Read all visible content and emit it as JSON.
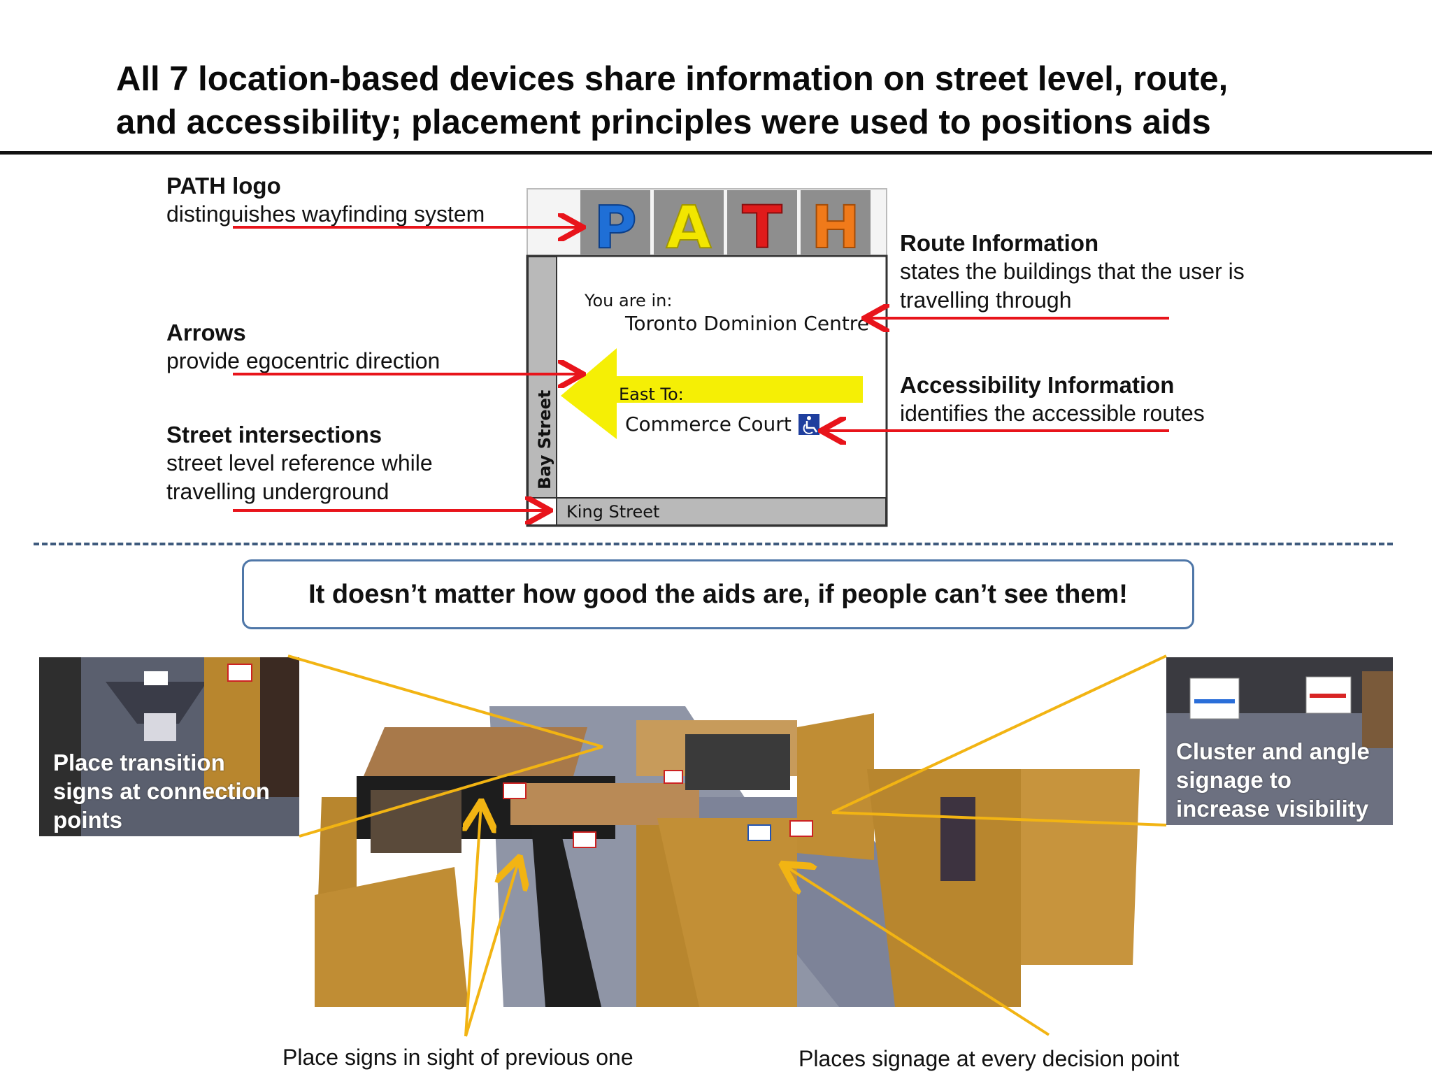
{
  "title": {
    "line1": "All 7 location-based devices share information on street level, route,",
    "line2": "and accessibility; placement principles were used to positions aids"
  },
  "left_labels": [
    {
      "heading": "PATH logo",
      "lines": [
        "distinguishes wayfinding system"
      ]
    },
    {
      "heading": "Arrows",
      "lines": [
        "provide egocentric direction"
      ]
    },
    {
      "heading": "Street intersections",
      "lines": [
        "street level reference while",
        "travelling underground"
      ]
    }
  ],
  "right_labels": [
    {
      "heading": "Route Information",
      "lines": [
        "states the buildings that the user is",
        "travelling through"
      ]
    },
    {
      "heading": "Accessibility Information",
      "lines": [
        "identifies the accessible routes"
      ]
    }
  ],
  "sign": {
    "logo_letters": [
      "P",
      "A",
      "T",
      "H"
    ],
    "logo_colors": [
      "#1f6fd6",
      "#f2e600",
      "#e01b1b",
      "#f07a1a"
    ],
    "you_are_in_label": "You are in:",
    "current_building": "Toronto Dominion Centre",
    "direction_label": "East To:",
    "destination": "Commerce Court",
    "accessibility_icon": "wheelchair-icon",
    "vertical_street": "Bay Street",
    "horizontal_street": "King Street"
  },
  "callout": "It doesn’t matter how good the aids are, if people can’t see them!",
  "inset_left_caption": [
    "Place transition",
    "signs at connection",
    "points"
  ],
  "inset_right_caption": [
    "Cluster and angle",
    "signage  to",
    "increase visibility"
  ],
  "bottom_captions": {
    "left": "Place signs in sight of previous one",
    "right": "Places signage at every decision point"
  },
  "colors": {
    "pointer_red": "#e8141b",
    "pointer_gold": "#f2b413",
    "arrow_yellow": "#f5ef05",
    "wall": "#b8862e",
    "floor": "#8f95a6"
  }
}
